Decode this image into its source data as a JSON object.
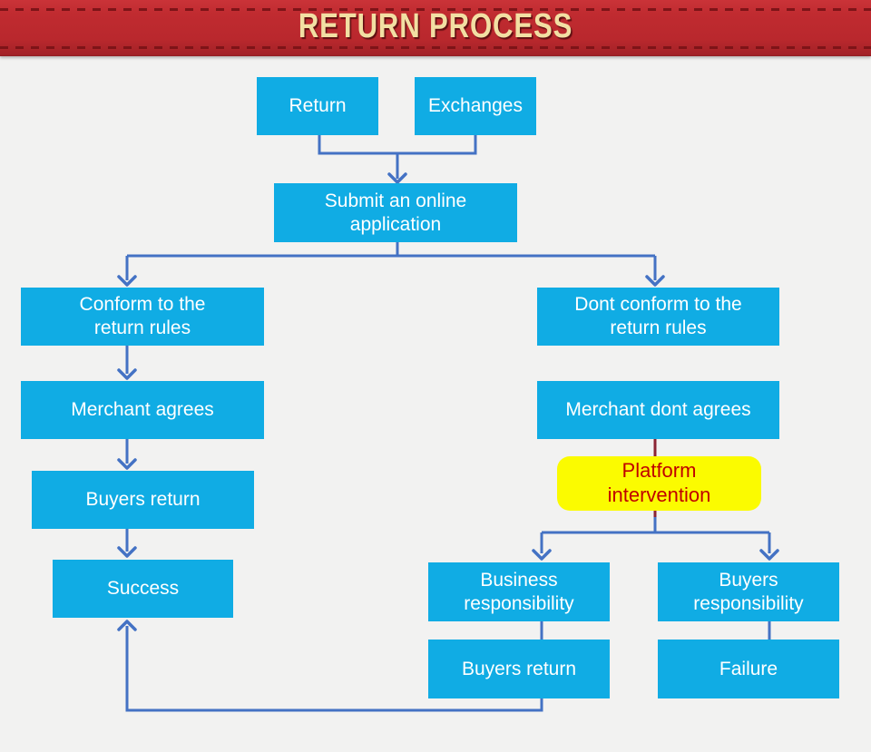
{
  "header": {
    "title": "RETURN PROCESS"
  },
  "colors": {
    "banner_red": "#BE2A2E",
    "stitch_dark_red": "#7E1418",
    "title_gold": "#F2DFA3",
    "node_cyan": "#10ACE4",
    "node_text": "#FFFFFF",
    "connector_blue": "#4472C4",
    "connector_dark_red": "#8B2434",
    "highlight_yellow": "#FBFB00",
    "highlight_text_red": "#C00000",
    "background_gray": "#F2F2F1"
  },
  "flowchart": {
    "nodes": {
      "return": "Return",
      "exchanges": "Exchanges",
      "submit_application": "Submit an online\napplication",
      "conform_rules": "Conform to the\nreturn rules",
      "dont_conform_rules": "Dont conform to the\nreturn rules",
      "merchant_agrees": "Merchant agrees",
      "merchant_dont_agrees": "Merchant dont agrees",
      "platform_intervention": "Platform\nintervention",
      "buyers_return_left": "Buyers return",
      "success": "Success",
      "business_responsibility": "Business\nresponsibility",
      "buyers_responsibility": "Buyers\nresponsibility",
      "buyers_return_right": "Buyers return",
      "failure": "Failure"
    }
  }
}
